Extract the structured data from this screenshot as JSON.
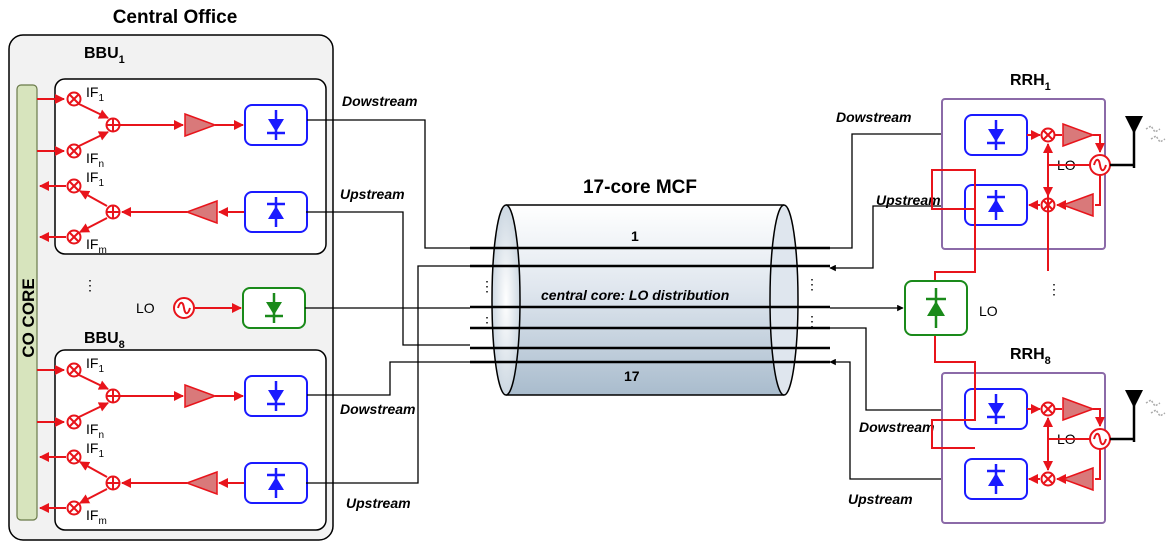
{
  "labels": {
    "central_office": "Central Office",
    "bbu_1": "BBU",
    "bbu_1_sub": "1",
    "bbu_8": "BBU",
    "bbu_8_sub": "8",
    "co_core": "CO CORE",
    "rrh_1": "RRH",
    "rrh_1_sub": "1",
    "rrh_8": "RRH",
    "rrh_8_sub": "8",
    "mcf_title": "17-core MCF",
    "core_1": "1",
    "core_17": "17",
    "central_core": "central core: LO distribution",
    "lo": "LO",
    "if_1": "IF",
    "if_1_sub": "1",
    "if_n": "IF",
    "if_n_sub": "n",
    "if_m": "IF",
    "if_m_sub": "m",
    "downstream": "Dowstream",
    "upstream": "Upstream"
  },
  "colors": {
    "rf_path": "#e8141b",
    "photodiode": "#1a1aff",
    "lo_photodiode": "#1a8a1a",
    "rrh_border": "#8b6aa8",
    "amplifier_fill": "#d9797a",
    "co_core_fill": "#d7e4bd",
    "fiber": "#000000"
  }
}
